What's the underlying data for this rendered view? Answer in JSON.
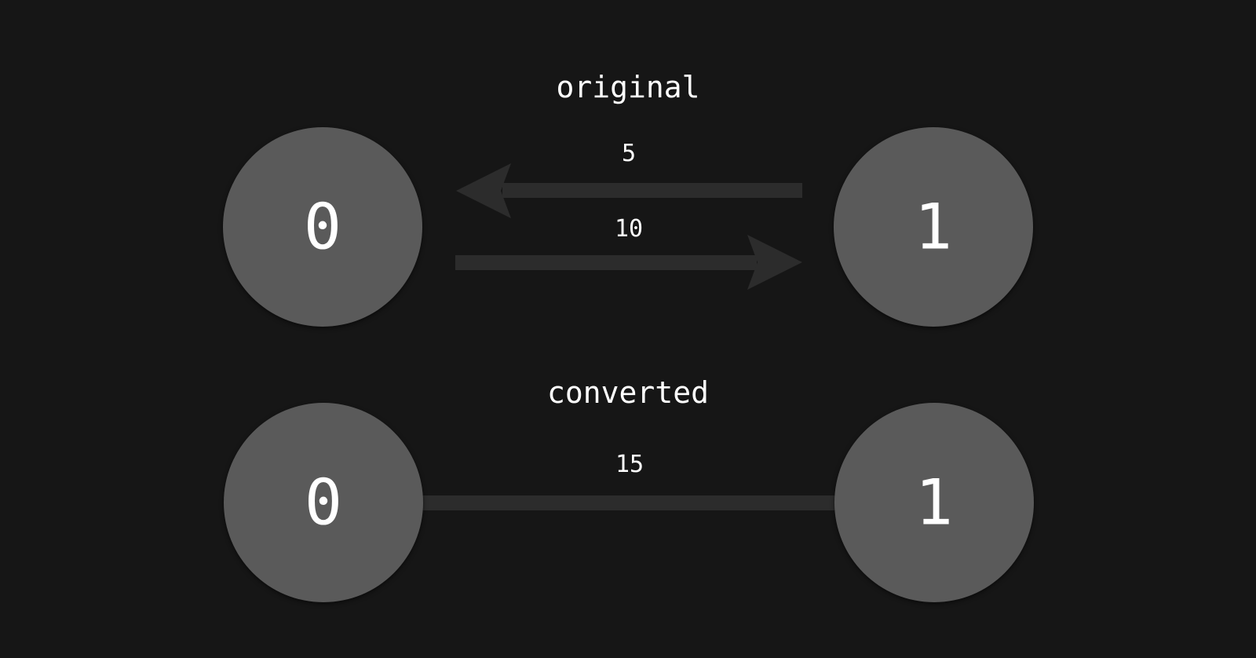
{
  "colors": {
    "background": "#161616",
    "node_fill": "#5a5a5a",
    "edge": "#2c2c2c",
    "text": "#ffffff"
  },
  "original": {
    "title": "original",
    "nodes": [
      "0",
      "1"
    ],
    "edges": [
      {
        "from": "1",
        "to": "0",
        "weight": "5"
      },
      {
        "from": "0",
        "to": "1",
        "weight": "10"
      }
    ]
  },
  "converted": {
    "title": "converted",
    "nodes": [
      "0",
      "1"
    ],
    "edges": [
      {
        "between": [
          "0",
          "1"
        ],
        "weight": "15",
        "directed": false
      }
    ]
  }
}
